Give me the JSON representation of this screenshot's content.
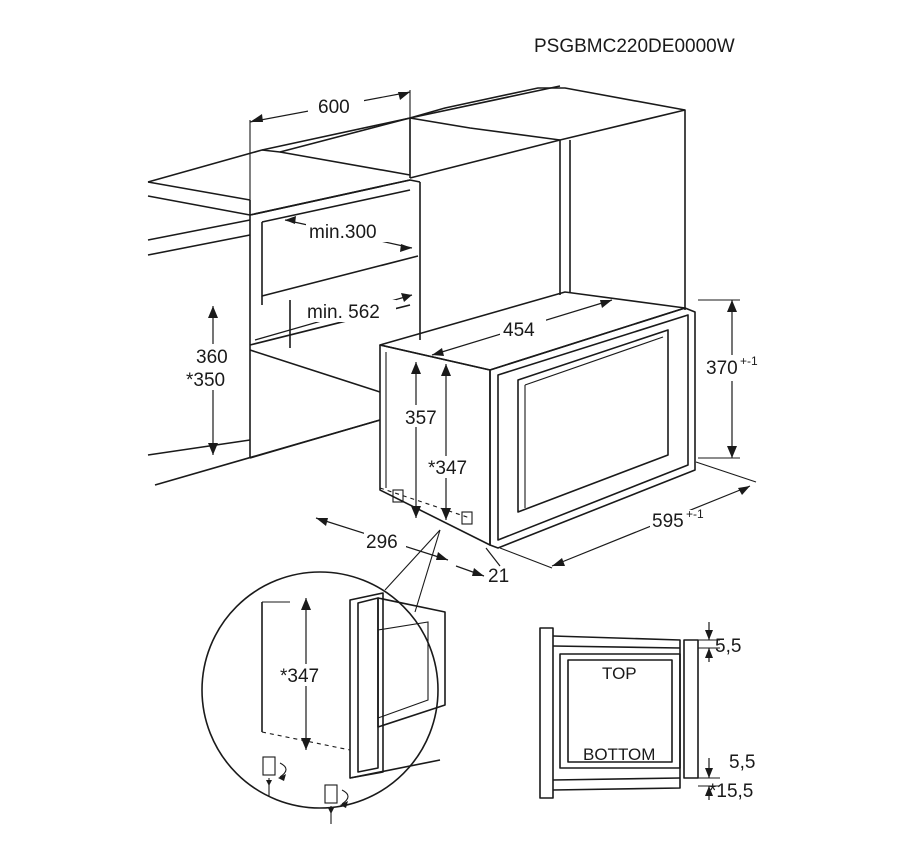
{
  "model_code": "PSGBMC220DE0000W",
  "dimensions": {
    "niche_width": "600",
    "min_depth_upper": "min.300",
    "min_depth_lower": "min. 562",
    "niche_height": "360",
    "niche_height_alt": "*350",
    "appliance_width": "454",
    "appliance_height": "357",
    "appliance_height_alt": "*347",
    "appliance_depth": "296",
    "frame_offset": "21",
    "frame_height": "370",
    "frame_height_tol": "+-1",
    "frame_width": "595",
    "frame_width_tol": "+-1",
    "detail_height": "*347"
  },
  "frame_detail": {
    "top_label": "TOP",
    "bottom_label": "BOTTOM",
    "top_gap": "5,5",
    "bottom_gap": "5,5",
    "bottom_offset": "*15,5"
  }
}
